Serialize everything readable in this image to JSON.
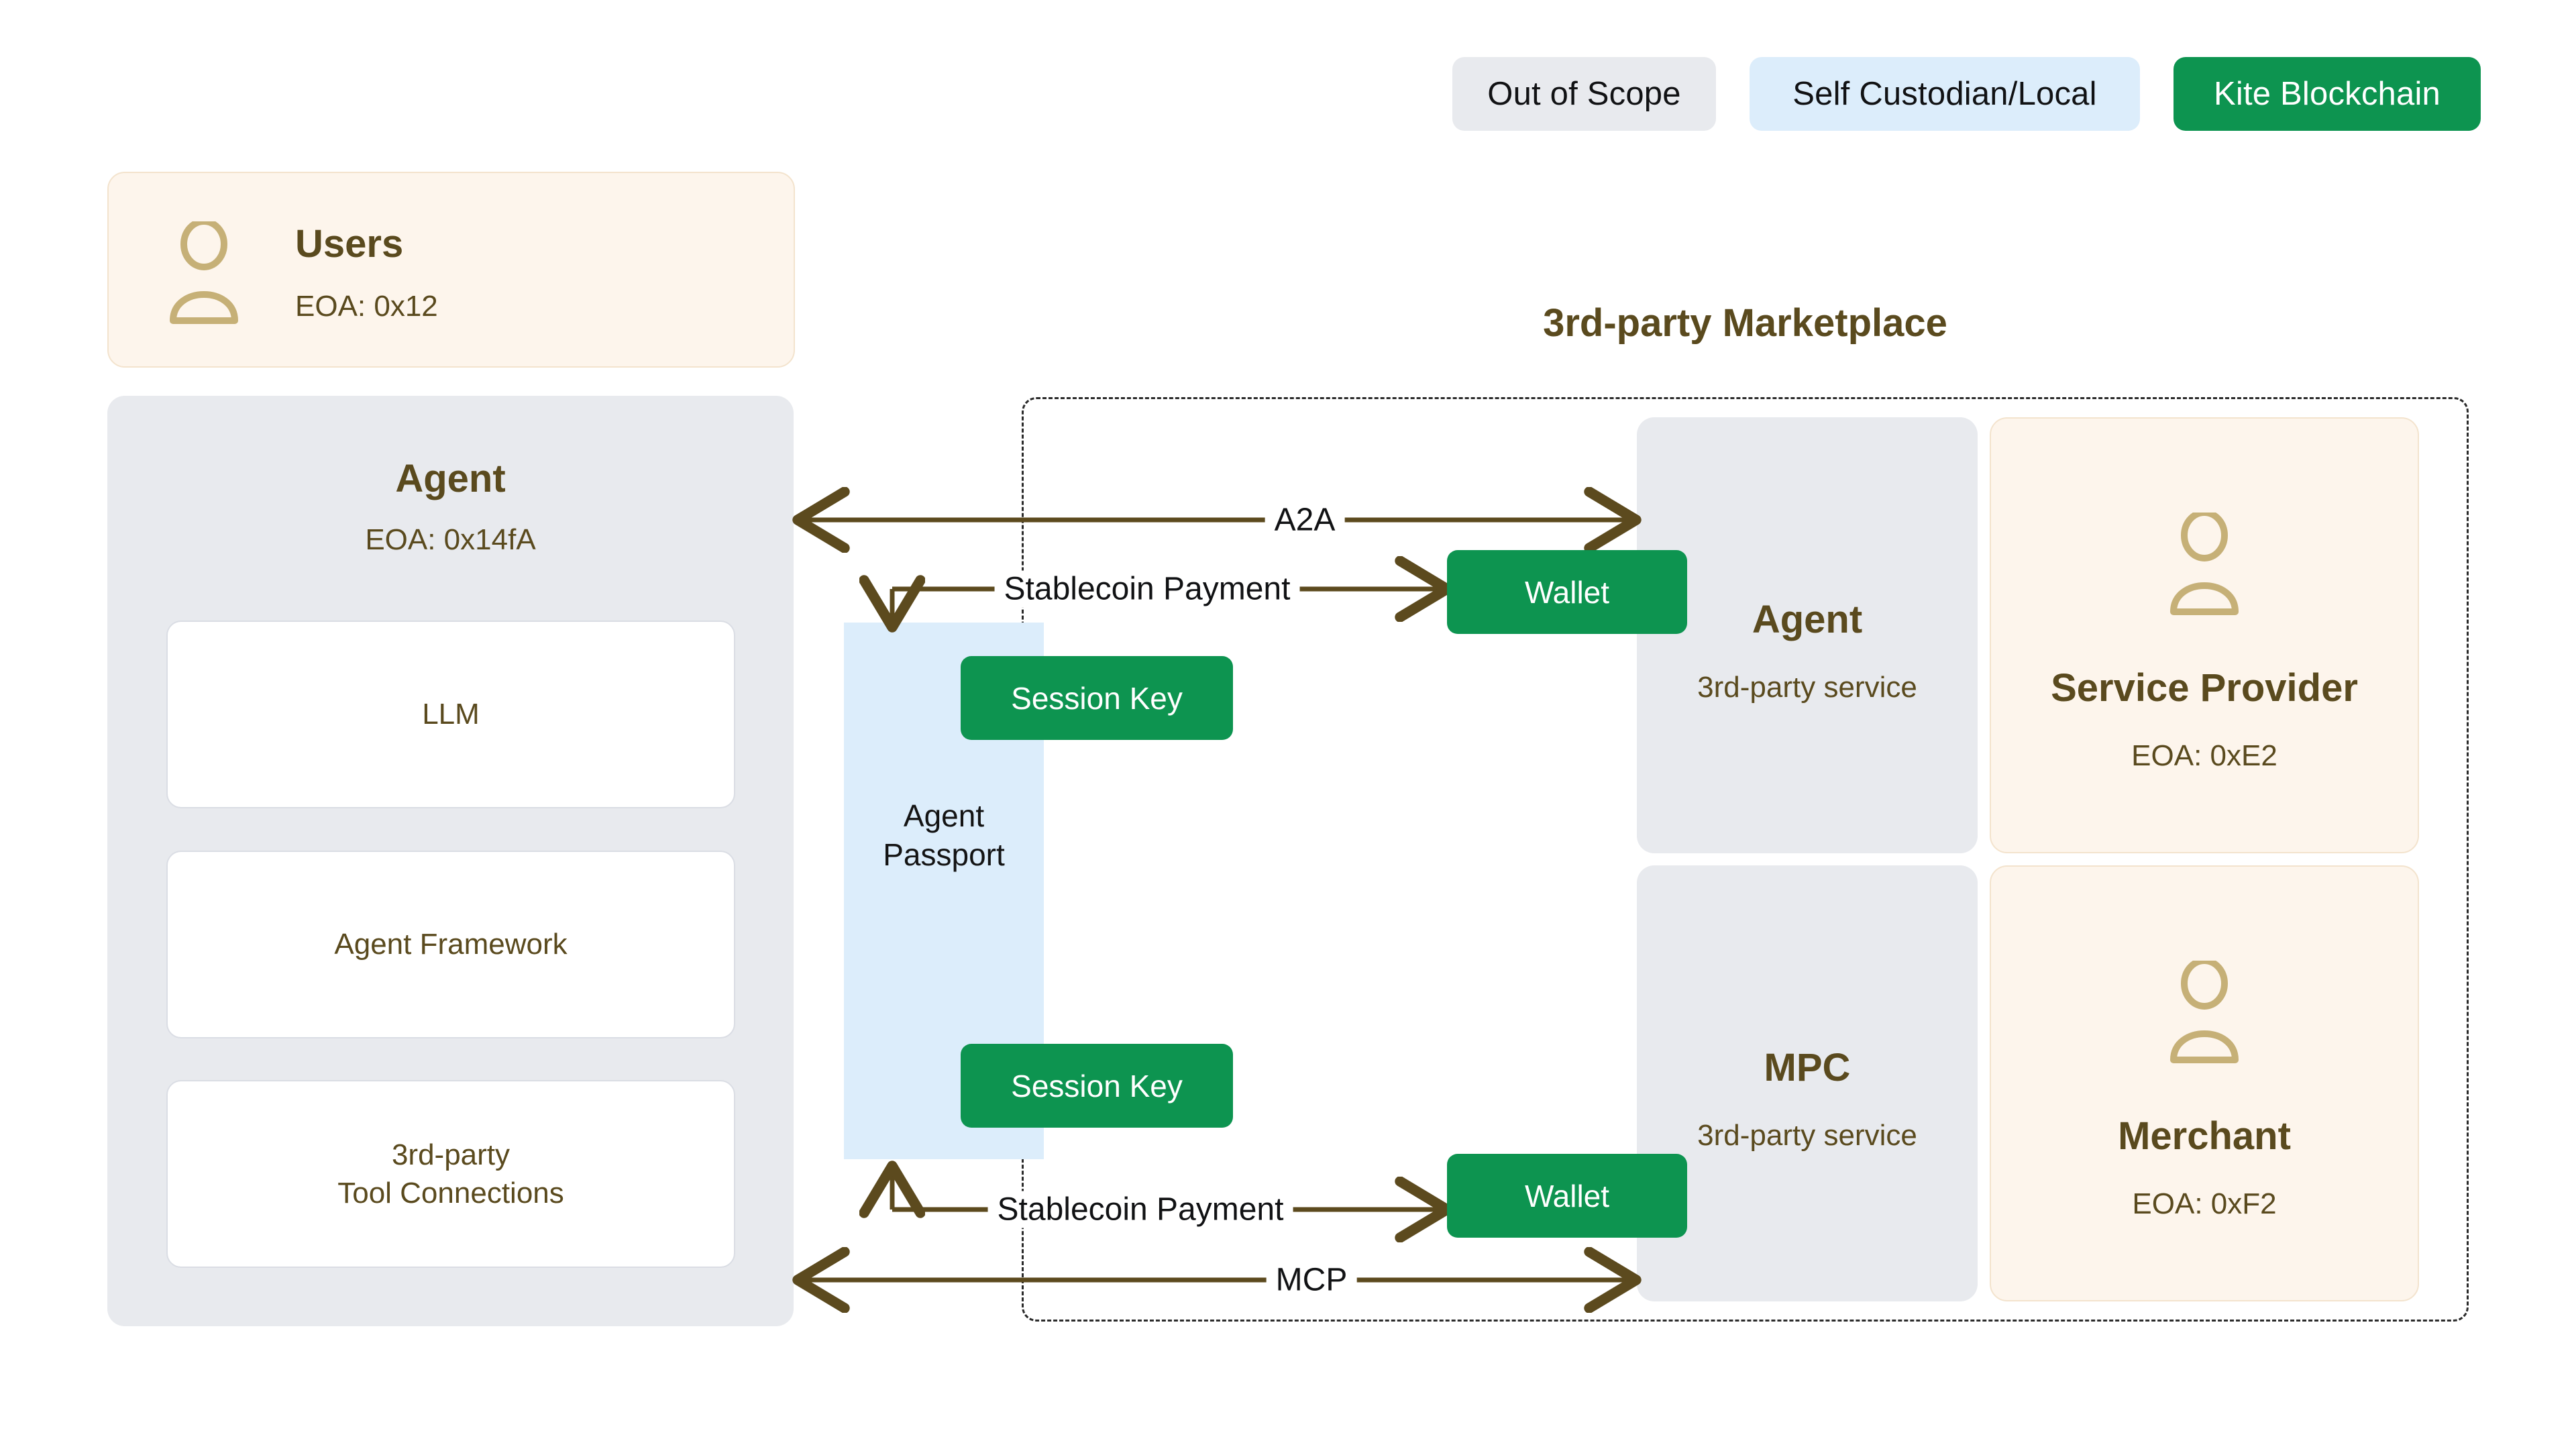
{
  "legend": {
    "items": [
      {
        "label": "Out of Scope",
        "style": "gray",
        "color": "#e8eaee"
      },
      {
        "label": "Self Custodian/Local",
        "style": "blue",
        "color": "#dcedfb"
      },
      {
        "label": "Kite Blockchain",
        "style": "green",
        "color": "#0d9450"
      }
    ]
  },
  "users_card": {
    "icon": "person-icon",
    "title": "Users",
    "eoa": "EOA: 0x12"
  },
  "agent_panel": {
    "title": "Agent",
    "eoa": "EOA: 0x14fA",
    "components": [
      {
        "label": "LLM"
      },
      {
        "label": "Agent Framework"
      },
      {
        "label": "3rd-party\nTool Connections"
      }
    ]
  },
  "passport": {
    "label": "Agent\nPassport",
    "session_keys": [
      {
        "label": "Session Key"
      },
      {
        "label": "Session Key"
      }
    ]
  },
  "wallets": [
    {
      "label": "Wallet"
    },
    {
      "label": "Wallet"
    }
  ],
  "marketplace": {
    "title": "3rd-party Marketplace",
    "cards": [
      {
        "name": "Agent",
        "sub": "3rd-party service",
        "kind": "service"
      },
      {
        "name": "Service Provider",
        "sub": "EOA: 0xE2",
        "kind": "person",
        "icon": "person-icon"
      },
      {
        "name": "MPC",
        "sub": "3rd-party service",
        "kind": "service"
      },
      {
        "name": "Merchant",
        "sub": "EOA: 0xF2",
        "kind": "person",
        "icon": "person-icon"
      }
    ]
  },
  "flows": [
    {
      "label": "A2A",
      "direction": "bidirectional"
    },
    {
      "label": "Stablecoin Payment",
      "direction": "right"
    },
    {
      "label": "Stablecoin Payment",
      "direction": "right"
    },
    {
      "label": "MCP",
      "direction": "bidirectional"
    }
  ],
  "colors": {
    "brand_green": "#0d9450",
    "brown_text": "#5a4a1e",
    "gold_icon": "#c6b077",
    "cream_bg": "#fdf5ec",
    "gray_bg": "#e8eaee",
    "light_blue": "#dcedfb",
    "arrow": "#5c4a1e"
  }
}
